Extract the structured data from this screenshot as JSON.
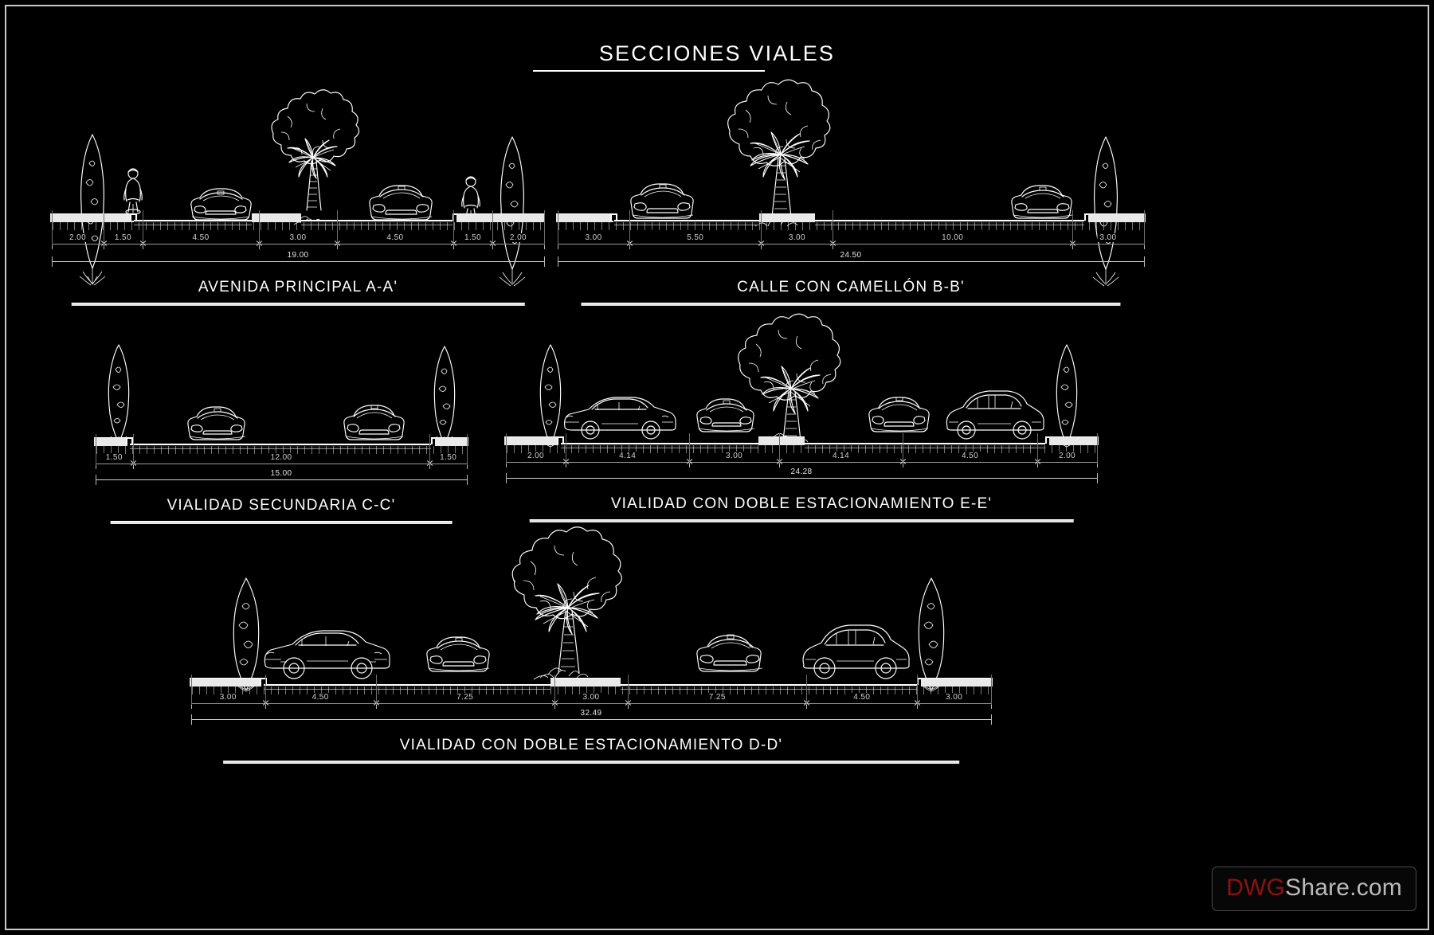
{
  "drawing": {
    "title": "SECCIONES VIALES",
    "background_color": "#000000",
    "line_color": "#ffffff",
    "dimension_text_color": "#cfcfcf"
  },
  "watermark": {
    "prefix": "DWG",
    "suffix": "Share.com",
    "prefix_color": "#8c1111",
    "suffix_color": "#b9b9b9"
  },
  "sections": [
    {
      "id": "A-A",
      "caption": "AVENIDA PRINCIPAL A-A'",
      "total": "19.00",
      "segments": [
        "2.00",
        "1.50",
        "4.50",
        "3.00",
        "4.50",
        "1.50",
        "2.00"
      ],
      "segment_widths": [
        2.0,
        1.5,
        4.5,
        3.0,
        4.5,
        1.5,
        2.0
      ],
      "elements": [
        "cypress-tree",
        "cyclist",
        "car-front",
        "palm-tree",
        "broadleaf-tree",
        "car-front",
        "cyclist",
        "cypress-tree"
      ]
    },
    {
      "id": "B-B",
      "caption": "CALLE CON CAMELLÓN B-B'",
      "total": "24.50",
      "segments": [
        "3.00",
        "5.50",
        "3.00",
        "10.00",
        "3.00"
      ],
      "segment_widths": [
        3.0,
        5.5,
        3.0,
        10.0,
        3.0
      ],
      "elements": [
        "car-front",
        "palm-tree",
        "broadleaf-tree",
        "car-front",
        "cypress-tree"
      ]
    },
    {
      "id": "C-C",
      "caption": "VIALIDAD SECUNDARIA C-C'",
      "total": "15.00",
      "segments": [
        "1.50",
        "12.00",
        "1.50"
      ],
      "segment_widths": [
        1.5,
        12.0,
        1.5
      ],
      "elements": [
        "cypress-tree",
        "car-front",
        "car-front",
        "cypress-tree"
      ]
    },
    {
      "id": "E-E",
      "caption": "VIALIDAD CON DOBLE ESTACIONAMIENTO E-E'",
      "total": "24.28",
      "segments": [
        "2.00",
        "4.14",
        "3.00",
        "4.14",
        "4.50",
        "2.00"
      ],
      "segment_widths": [
        2.0,
        4.14,
        3.0,
        4.14,
        4.5,
        2.0
      ],
      "elements": [
        "cypress-tree",
        "sedan-side",
        "car-front",
        "palm-tree",
        "car-front",
        "hatchback-side",
        "cypress-tree"
      ]
    },
    {
      "id": "D-D",
      "caption": "VIALIDAD CON DOBLE ESTACIONAMIENTO D-D'",
      "total": "32.49",
      "segments": [
        "3.00",
        "4.50",
        "7.25",
        "3.00",
        "7.25",
        "4.50",
        "3.00"
      ],
      "segment_widths": [
        3.0,
        4.5,
        7.25,
        3.0,
        7.25,
        4.5,
        3.0
      ],
      "elements": [
        "cypress-tree",
        "sedan-side",
        "car-front",
        "palm-tree",
        "car-front",
        "hatchback-side",
        "cypress-tree"
      ]
    }
  ]
}
